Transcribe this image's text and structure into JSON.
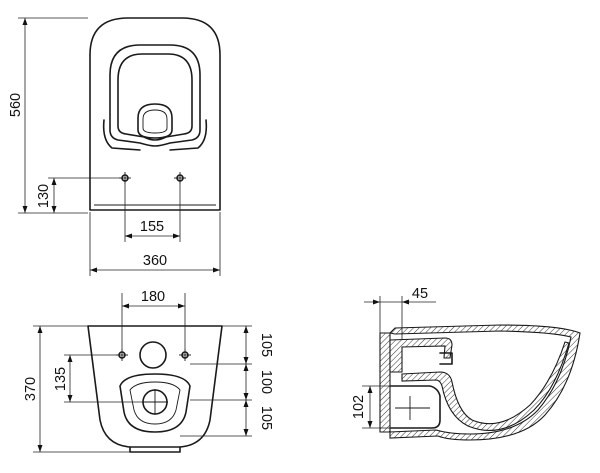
{
  "top_view": {
    "height": "560",
    "hole_offset": "130",
    "hole_spacing": "155",
    "width": "360"
  },
  "front_view": {
    "top_spacing": "180",
    "depth": "370",
    "hole_height": "135",
    "right_top": "105",
    "right_mid": "100",
    "right_bottom": "105"
  },
  "side_view": {
    "top_offset": "45",
    "outlet_height": "102"
  }
}
